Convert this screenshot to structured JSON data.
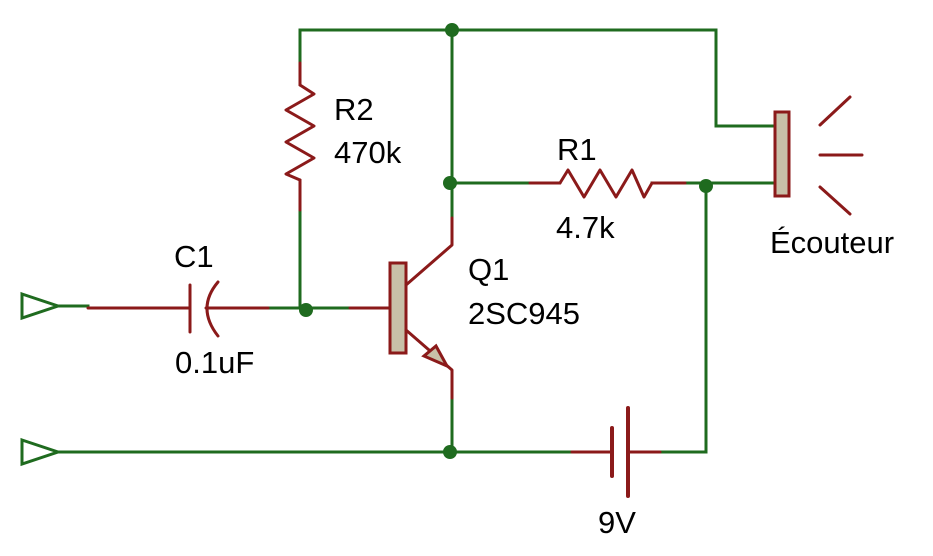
{
  "colors": {
    "wire": "#1f6b1f",
    "component": "#8b1a1a",
    "component_body": "#c8c0a8",
    "text": "#000000",
    "background": "#ffffff"
  },
  "components": {
    "r2": {
      "ref": "R2",
      "value": "470k"
    },
    "r1": {
      "ref": "R1",
      "value": "4.7k"
    },
    "c1": {
      "ref": "C1",
      "value": "0.1uF"
    },
    "q1": {
      "ref": "Q1",
      "value": "2SC945"
    },
    "battery": {
      "value": "9V"
    },
    "earphone": {
      "label": "Écouteur"
    }
  }
}
